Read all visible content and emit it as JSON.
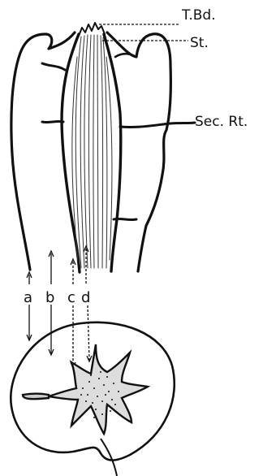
{
  "figure": {
    "labels": {
      "terminal_bud": "T.Bd.",
      "stele": "St.",
      "secondary_root": "Sec. Rt."
    },
    "zone_letters": [
      "a",
      "b",
      "c",
      "d"
    ]
  }
}
